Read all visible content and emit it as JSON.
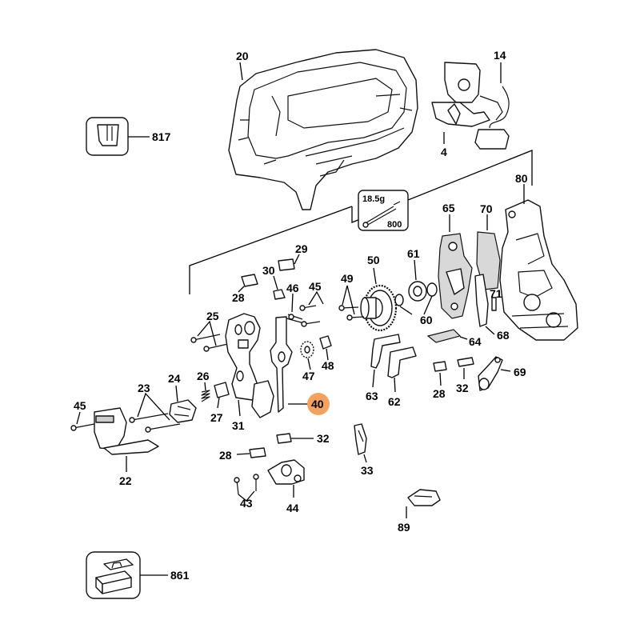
{
  "diagram": {
    "highlight_color": "#f4a261",
    "highlighted_callout": "40",
    "callouts": {
      "c20": "20",
      "c14": "14",
      "c4": "4",
      "c817": "817",
      "c80": "80",
      "c800": "800",
      "c18_5g": "18.5g",
      "c65": "65",
      "c70": "70",
      "c29": "29",
      "c30": "30",
      "c28a": "28",
      "c46": "46",
      "c45a": "45",
      "c49": "49",
      "c50": "50",
      "c61": "61",
      "c60": "60",
      "c71": "71",
      "c68": "68",
      "c25": "25",
      "c48": "48",
      "c47": "47",
      "c64": "64",
      "c69": "69",
      "c63": "63",
      "c62": "62",
      "c28b": "28",
      "c32a": "32",
      "c24": "24",
      "c26": "26",
      "c23": "23",
      "c45b": "45",
      "c27": "27",
      "c31": "31",
      "c40": "40",
      "c32b": "32",
      "c22": "22",
      "c28c": "28",
      "c33": "33",
      "c43": "43",
      "c44": "44",
      "c89": "89",
      "c861": "861"
    }
  }
}
